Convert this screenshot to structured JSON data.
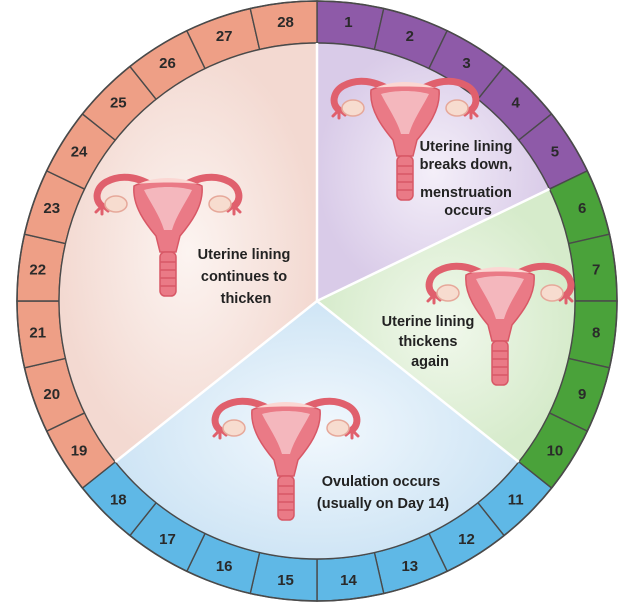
{
  "days": [
    "1",
    "2",
    "3",
    "4",
    "5",
    "6",
    "7",
    "8",
    "9",
    "10",
    "11",
    "12",
    "13",
    "14",
    "15",
    "16",
    "17",
    "18",
    "19",
    "20",
    "21",
    "22",
    "23",
    "24",
    "25",
    "26",
    "27",
    "28"
  ],
  "colors": {
    "menstrual_ring": "#8e5aa8",
    "follicular_ring": "#4aa23a",
    "ovulation_ring": "#5fb8e6",
    "luteal_ring": "#ee9f86",
    "menstrual_fill": "#ddd0ea",
    "follicular_fill": "#dcedd2",
    "ovulation_fill": "#d6e8f5",
    "luteal_fill": "#f6e0da",
    "uterus": "#e8707c"
  },
  "phases": {
    "menstruation": {
      "lines": [
        "Uterine lining",
        "breaks down,",
        "menstruation",
        "occurs"
      ]
    },
    "thickening": {
      "lines": [
        "Uterine lining",
        "thickens",
        "again"
      ]
    },
    "ovulation": {
      "lines": [
        "Ovulation occurs",
        "(usually on Day 14)"
      ]
    },
    "luteal": {
      "lines": [
        "Uterine lining",
        "continues to",
        "thicken"
      ]
    }
  },
  "icons": [
    "uterus-icon",
    "uterus-icon",
    "uterus-icon",
    "uterus-icon"
  ]
}
